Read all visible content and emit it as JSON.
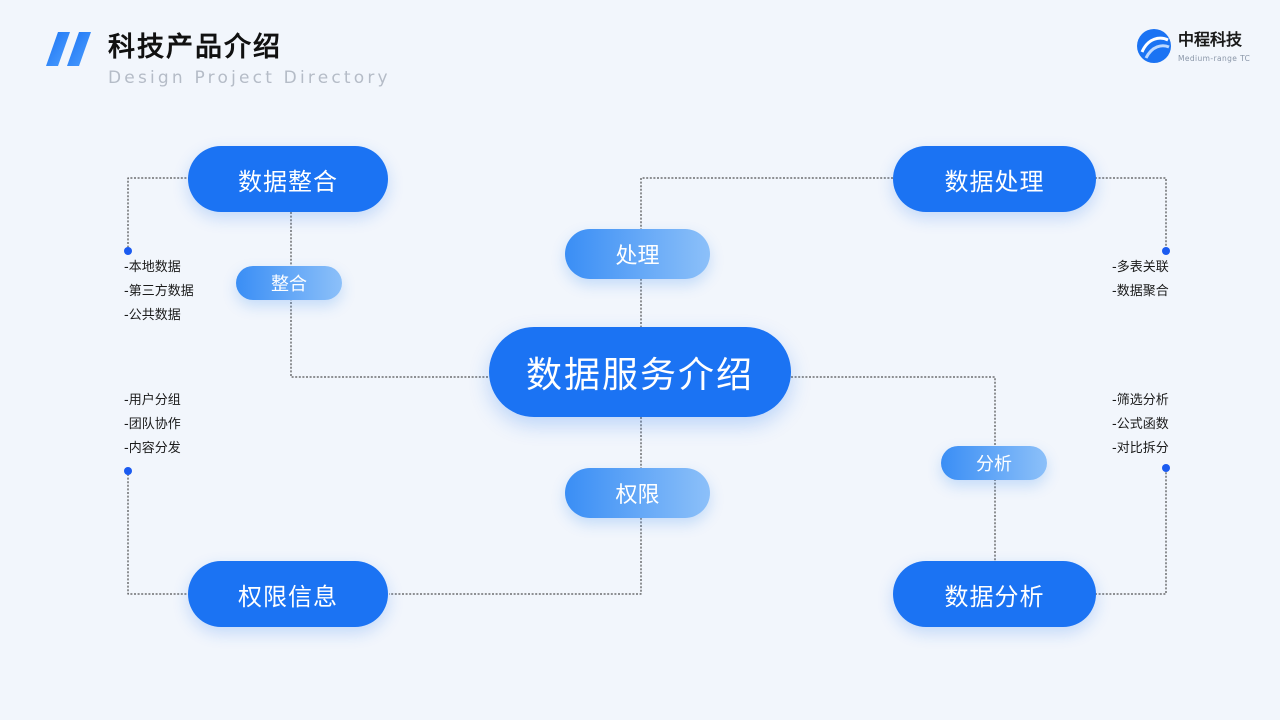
{
  "header": {
    "title": "科技产品介绍",
    "subtitle": "Design Project Directory"
  },
  "brand": {
    "name": "中程科技",
    "subtitle": "Medium-range TC"
  },
  "colors": {
    "primary": "#1b73f3",
    "tag_gradient_start": "#3a8ef5",
    "tag_gradient_end": "#8cc0f9",
    "background": "#f2f6fc",
    "connector": "#2a2a2a",
    "dot": "#1b5bf0"
  },
  "diagram": {
    "center": "数据服务介绍",
    "nodes": {
      "integration": "数据整合",
      "processing": "数据处理",
      "permission": "权限信息",
      "analysis": "数据分析"
    },
    "tags": {
      "integration": "整合",
      "processing": "处理",
      "permission": "权限",
      "analysis": "分析"
    },
    "lists": {
      "integration": [
        "-本地数据",
        "-第三方数据",
        "-公共数据"
      ],
      "processing": [
        "-多表关联",
        "-数据聚合"
      ],
      "permission": [
        "-用户分组",
        "-团队协作",
        "-内容分发"
      ],
      "analysis": [
        "-筛选分析",
        "-公式函数",
        "-对比拆分"
      ]
    }
  }
}
